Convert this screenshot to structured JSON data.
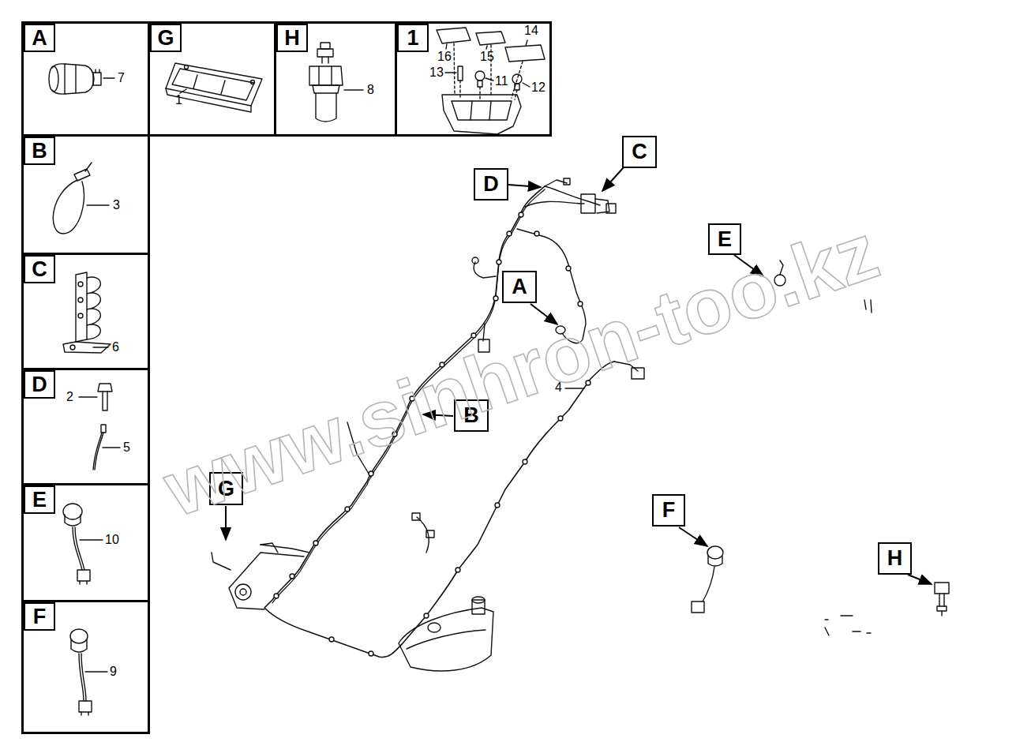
{
  "diagram": {
    "nodes": [
      {
        "text": [
          "7"
        ]
      },
      {
        "text": [
          "A"
        ],
        "in": 0
      },
      {
        "text": [
          "1"
        ]
      },
      {
        "text": [
          "G"
        ],
        "in": 2
      },
      {
        "text": [
          "8"
        ]
      },
      {
        "text": [
          "H"
        ],
        "in": 4
      },
      {
        "text": [
          "14",
          "16",
          "15",
          "13",
          "11",
          "12"
        ]
      },
      {
        "text": [
          "1"
        ],
        "in": 6
      },
      {
        "text": [
          "3"
        ]
      },
      {
        "text": [
          "B"
        ],
        "in": 8
      },
      {
        "text": [
          "6"
        ]
      },
      {
        "text": [
          "C"
        ],
        "in": 10
      },
      {
        "text": [
          "2",
          "5"
        ]
      },
      {
        "text": [
          "D"
        ],
        "in": 12
      },
      {
        "text": [
          "10"
        ]
      },
      {
        "text": [
          "E"
        ],
        "in": 14
      },
      {
        "text": [
          "9"
        ]
      },
      {
        "text": [
          "F"
        ],
        "in": 16
      },
      {
        "text": [
          "C"
        ]
      },
      {
        "text": [
          "D"
        ]
      },
      {
        "text": [
          "E"
        ]
      },
      {
        "text": [
          "A"
        ]
      },
      {
        "text": [
          "B"
        ]
      },
      {
        "text": [
          "G"
        ]
      },
      {
        "text": [
          "F"
        ]
      },
      {
        "text": [
          "H"
        ]
      }
    ],
    "labels": [
      "4",
      "www.sinhron-too.kz"
    ]
  }
}
